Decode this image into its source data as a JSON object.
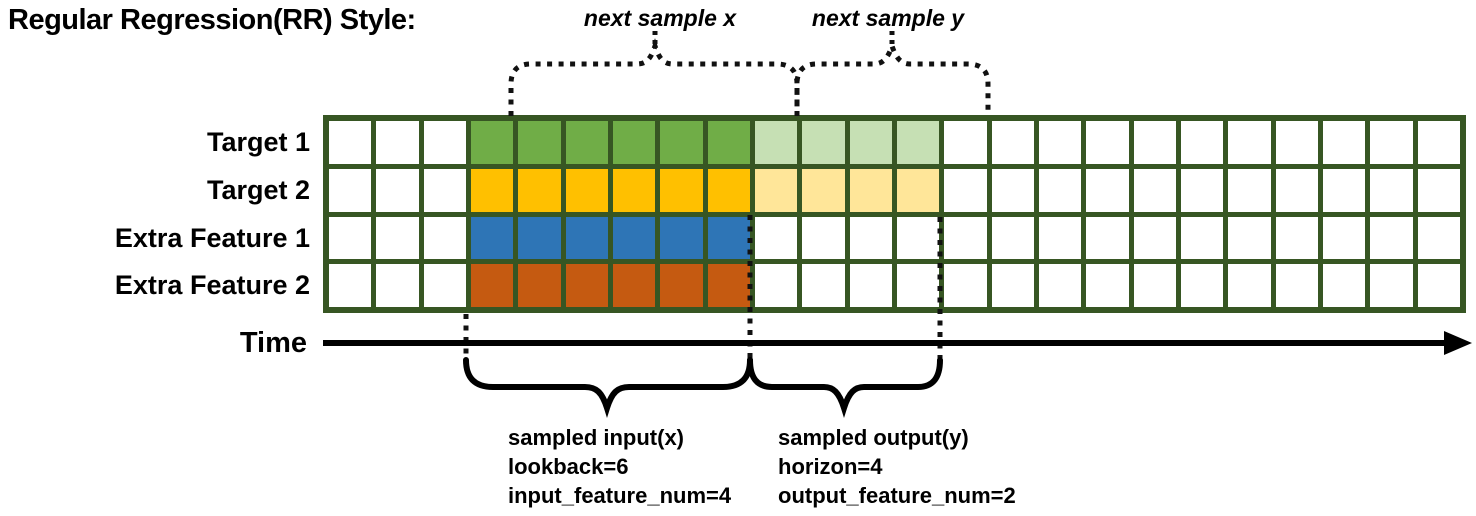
{
  "title": "Regular Regression(RR) Style:",
  "annotations": {
    "next_sample_x": "next sample x",
    "next_sample_y": "next sample y",
    "time_label": "Time"
  },
  "input_summary": {
    "lines": [
      "sampled input(x)",
      "lookback=6",
      "input_feature_num=4"
    ]
  },
  "output_summary": {
    "lines": [
      "sampled output(y)",
      "horizon=4",
      "output_feature_num=2"
    ]
  },
  "sampling": {
    "lookback": 6,
    "horizon": 4,
    "input_feature_num": 4,
    "output_feature_num": 2
  },
  "grid": {
    "total_columns": 24,
    "lead_white_columns": 3,
    "border_color": "#375623",
    "cell_color": "#FFFFFF",
    "rows": [
      {
        "label": "Target 1",
        "solid_color": "#70AD47",
        "light_color": "#C6E0B4",
        "solid_count": 6,
        "light_count": 4
      },
      {
        "label": "Target 2",
        "solid_color": "#FFC000",
        "light_color": "#FFE699",
        "solid_count": 6,
        "light_count": 4
      },
      {
        "label": "Extra Feature 1",
        "solid_color": "#2E75B6",
        "light_color": null,
        "solid_count": 6,
        "light_count": 0
      },
      {
        "label": "Extra Feature 2",
        "solid_color": "#C55A11",
        "light_color": null,
        "solid_count": 6,
        "light_count": 0
      }
    ]
  },
  "line_colors": {
    "brace_dotted": "#111111",
    "brace_solid": "#000000",
    "time_axis": "#000000"
  }
}
